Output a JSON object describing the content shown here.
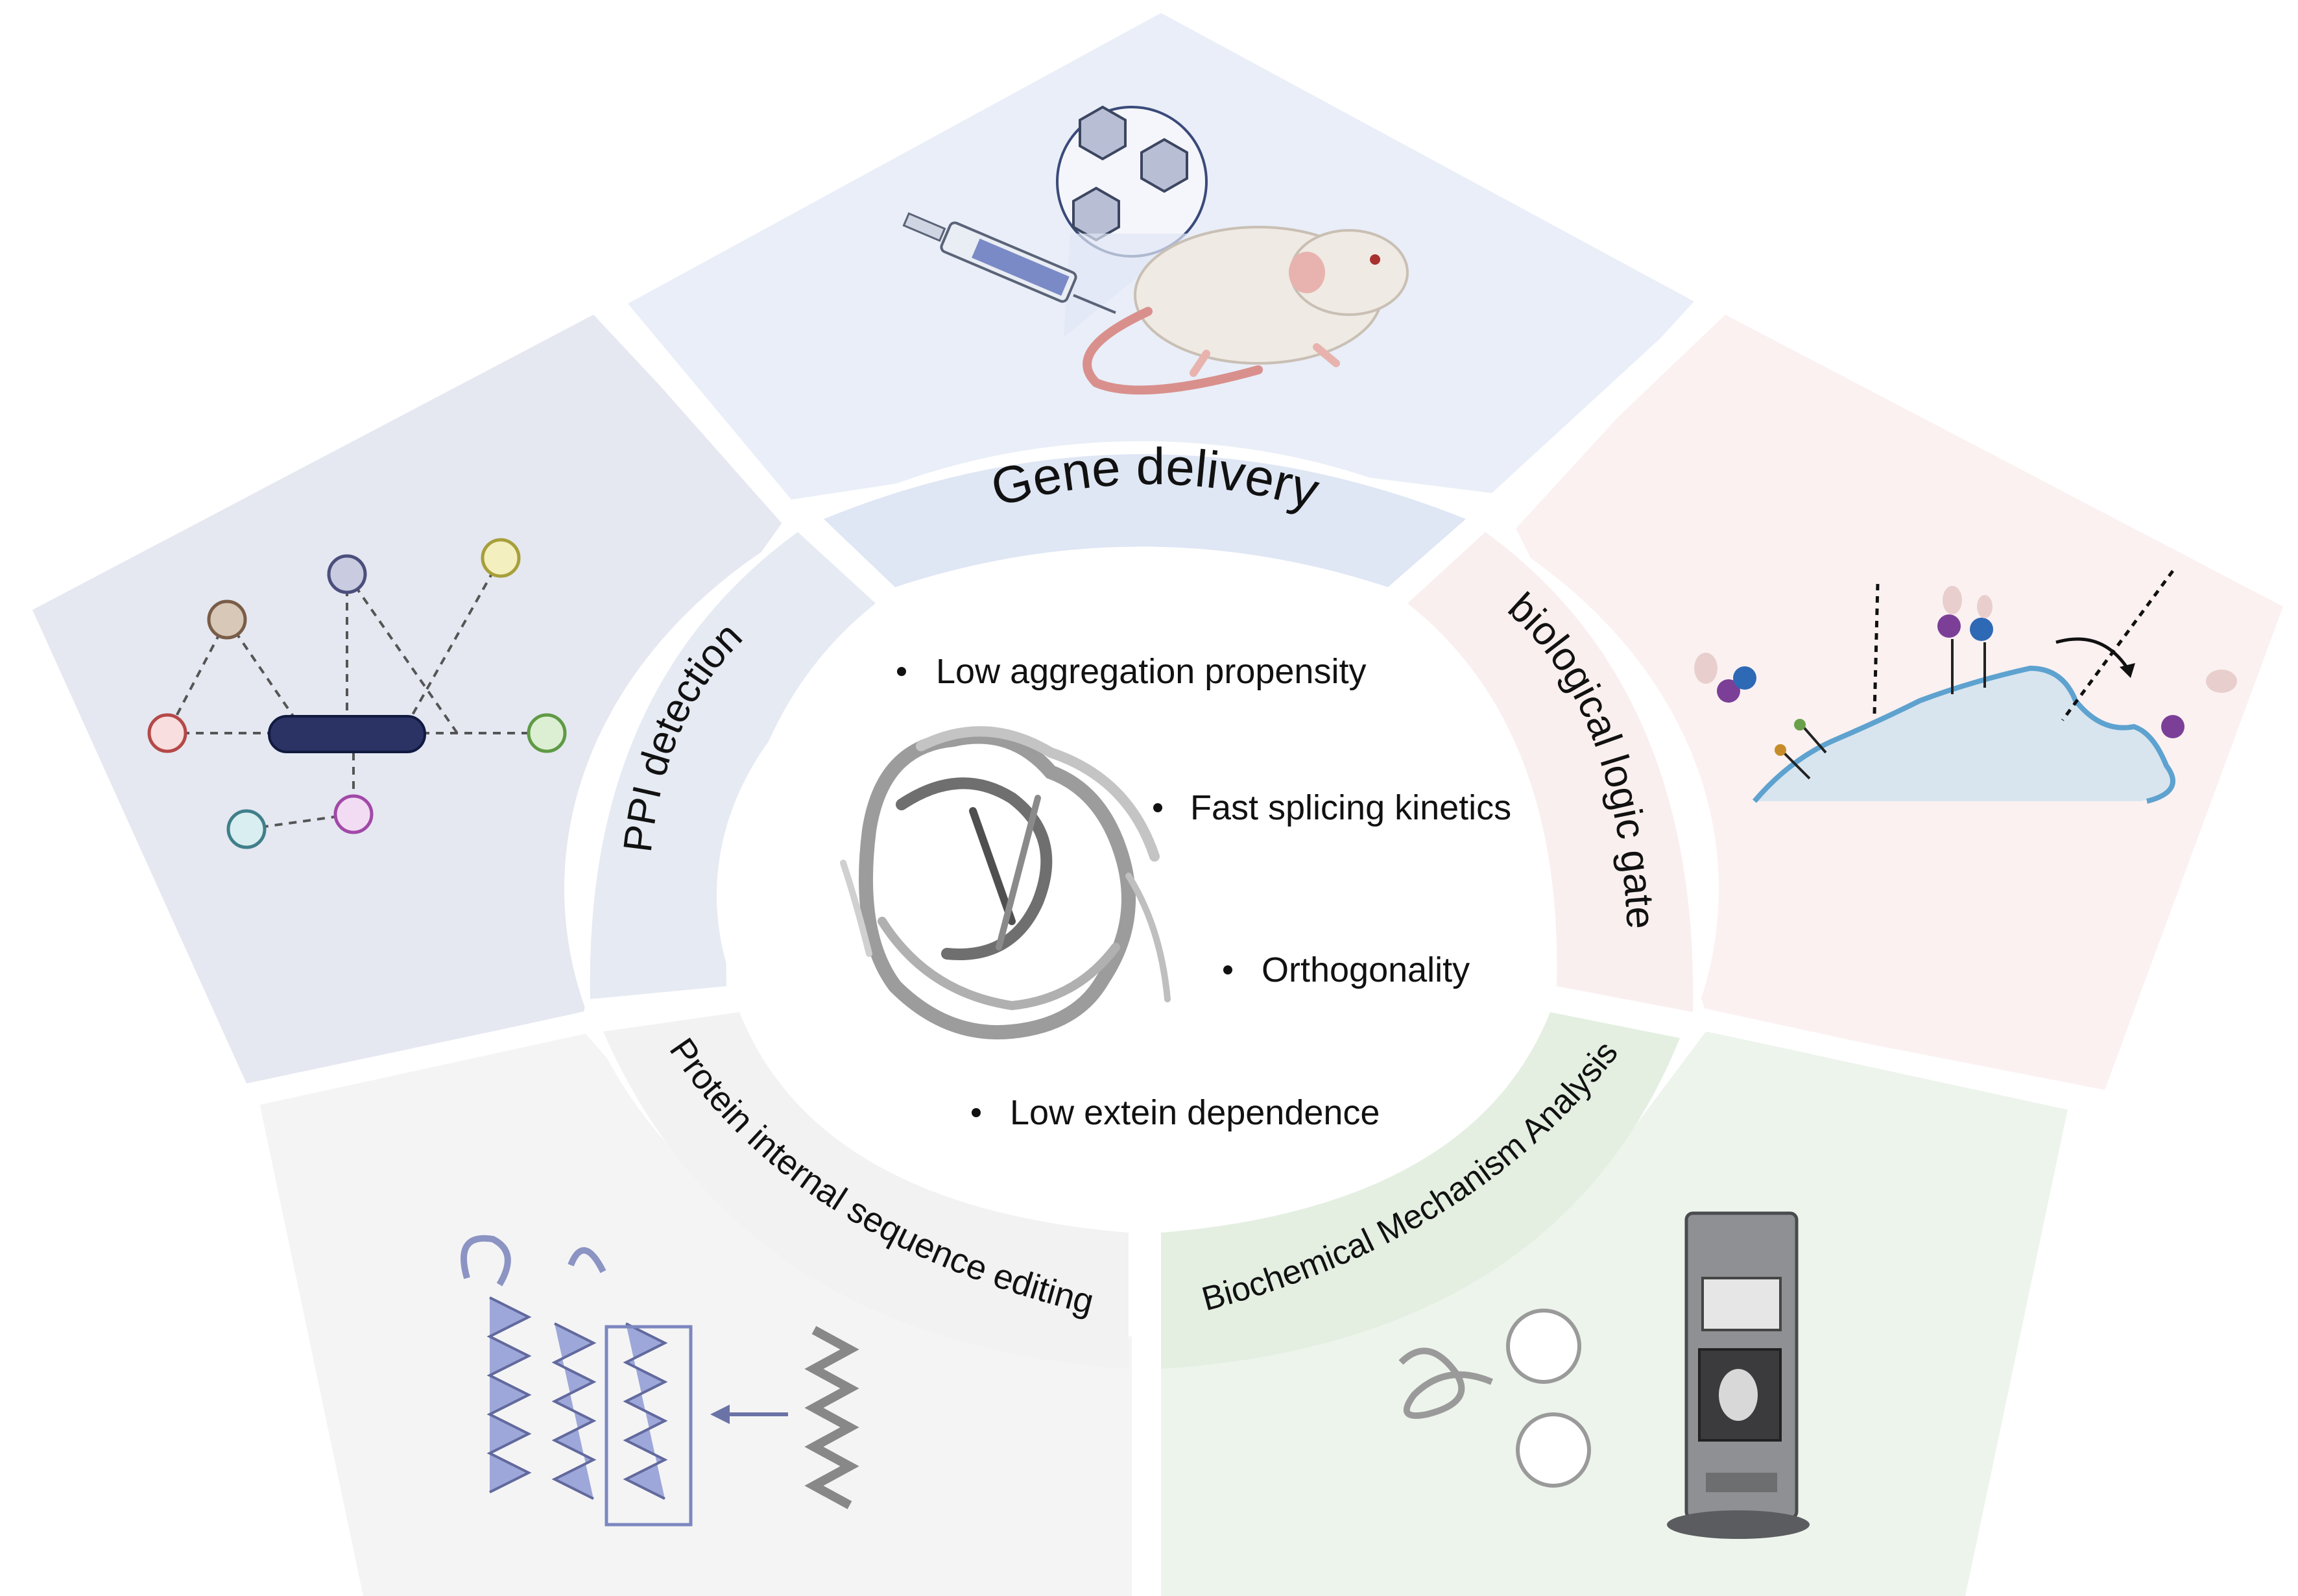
{
  "segments": {
    "gene_delivery": "Gene delivery",
    "ppi_detection": "PPI detection",
    "biological_logic_gate": "biological logic gate",
    "protein_internal_sequence_editing": "Protein internal sequence editing",
    "biochemical_mechanism_analysis": "Biochemical Mechanism Analysis"
  },
  "properties": [
    "Low aggregation propensity",
    "Fast splicing kinetics",
    "Orthogonality",
    "Low extein dependence"
  ],
  "colors": {
    "gene_delivery_bg": "#e9eef8",
    "ppi_bg": "#e5e8f1",
    "logic_gate_bg": "#fbf1f1",
    "editing_bg": "#f4f4f5",
    "mechanism_bg": "#edf4ec",
    "ppi_band": "#e6eaf3",
    "logic_band": "#faefef",
    "editing_band": "#f2f2f3",
    "mechanism_band": "#e4efe2",
    "gene_band": "#dfe6f4"
  },
  "icons": [
    "syringe-icon",
    "mouse-icon",
    "virus-particle-icon",
    "network-graph-icon",
    "cell-membrane-icon",
    "helix-protein-icon",
    "instrument-icon",
    "protein-structure-icon"
  ]
}
